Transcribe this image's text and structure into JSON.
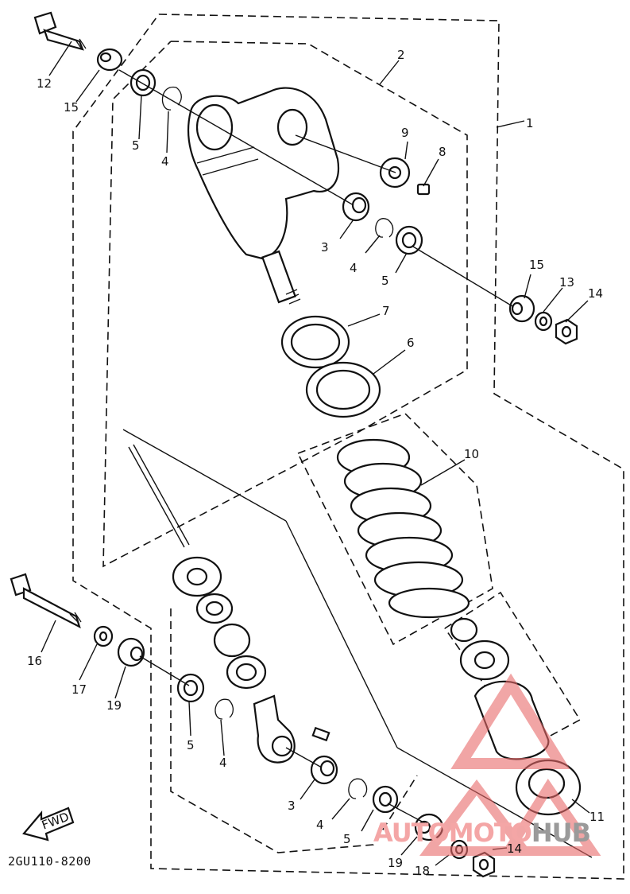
{
  "diagram": {
    "part_labels": [
      "1",
      "2",
      "3",
      "4",
      "5",
      "6",
      "7",
      "8",
      "9",
      "10",
      "11",
      "12",
      "13",
      "14",
      "15",
      "16",
      "17",
      "18",
      "19"
    ],
    "extra_labels": {
      "l3b": "3",
      "l4b": "4",
      "l4c": "4",
      "l4d": "4",
      "l5b": "5",
      "l5c": "5",
      "l5d": "5",
      "l14b": "14",
      "l15b": "15",
      "l19b": "19"
    },
    "direction_tag": "FWD",
    "drawing_code": "2GU110-8200"
  },
  "watermark": {
    "text_colored": "AUTOMOTO",
    "text_gray": "HUB",
    "color_primary": "#f4a6a6",
    "color_secondary": "#9a9a9a"
  }
}
